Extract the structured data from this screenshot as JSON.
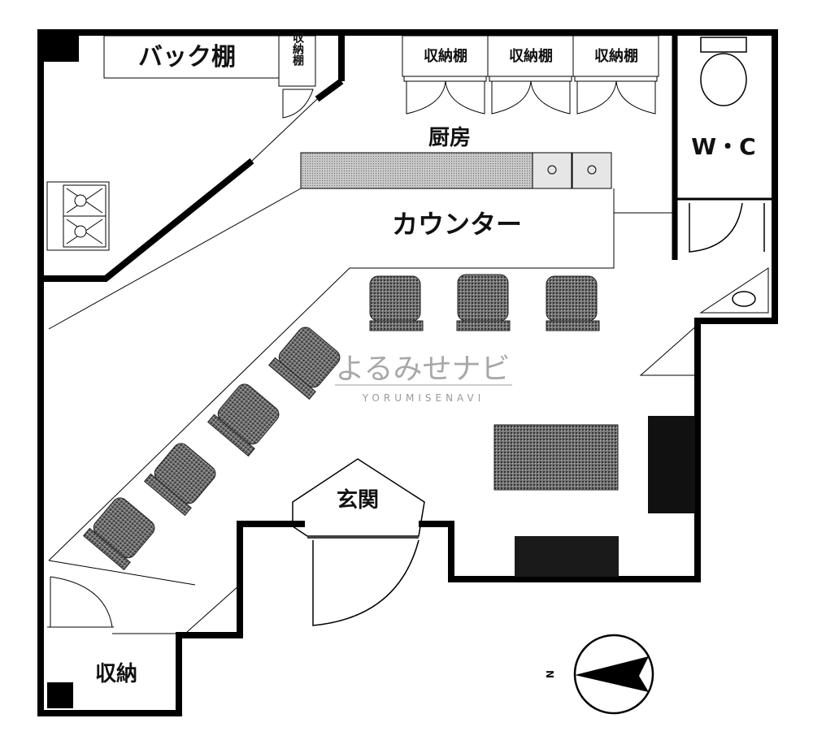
{
  "plan": {
    "rooms": {
      "back_shelf": "バック棚",
      "storage_shelf_small": "収納棚",
      "storage_shelves": [
        "収納棚",
        "収納棚",
        "収納棚"
      ],
      "kitchen": "厨房",
      "wc": "W・C",
      "counter": "カウンター",
      "entrance": "玄関",
      "storage": "収納"
    },
    "compass": {
      "north_label": "N"
    },
    "watermark": {
      "jp": "よるみせナビ",
      "en": "YORUMISENAVI"
    }
  }
}
